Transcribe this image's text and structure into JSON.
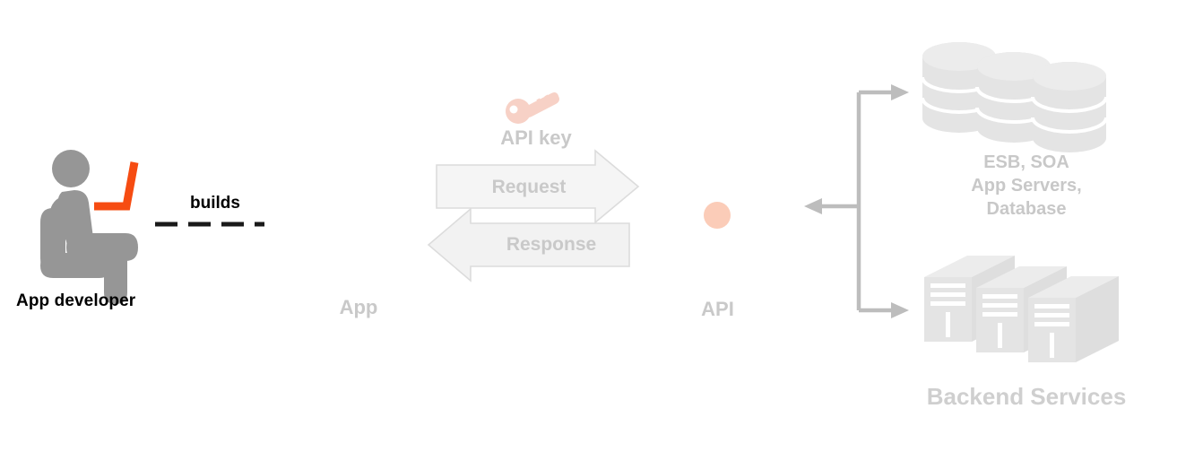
{
  "diagram": {
    "title_semantic": "API platform architecture diagram",
    "actor": {
      "label": "App developer",
      "icon": "seated-developer-with-laptop-icon",
      "body_color": "#969696",
      "laptop_color": "#f64c12"
    },
    "relation": {
      "label": "builds",
      "style": "dashed",
      "dash_count": 5
    },
    "nodes": [
      {
        "id": "app",
        "label": "App",
        "icon": "wrench-and-pencil-icon",
        "box_color": "#fbccb8",
        "glyph_color": "#ffffff"
      },
      {
        "id": "api",
        "label": "API",
        "icon": "api-star-burst-icon",
        "box_color": "#fbccb8",
        "glyph_color": "#ffffff"
      }
    ],
    "credential": {
      "label": "API key",
      "icon": "key-icon",
      "icon_color": "#f8d5cb"
    },
    "flows": [
      {
        "id": "request",
        "label": "Request",
        "direction": "right",
        "fill": "#f4f4f4",
        "stroke": "#d8d8d8"
      },
      {
        "id": "response",
        "label": "Response",
        "direction": "left",
        "fill": "#f1f1f1",
        "stroke": "#d8d8d8"
      }
    ],
    "backend": {
      "group_label": "Backend Services",
      "connector_color": "#bdbdbd",
      "items": [
        {
          "id": "data-tier",
          "icon": "database-stack-icon",
          "label_lines": [
            "ESB, SOA",
            "App Servers,",
            "Database"
          ],
          "icon_color": "#e6e6e6"
        },
        {
          "id": "server-tier",
          "icon": "server-rack-icon",
          "label_lines": [],
          "icon_color": "#e6e6e6"
        }
      ]
    }
  }
}
